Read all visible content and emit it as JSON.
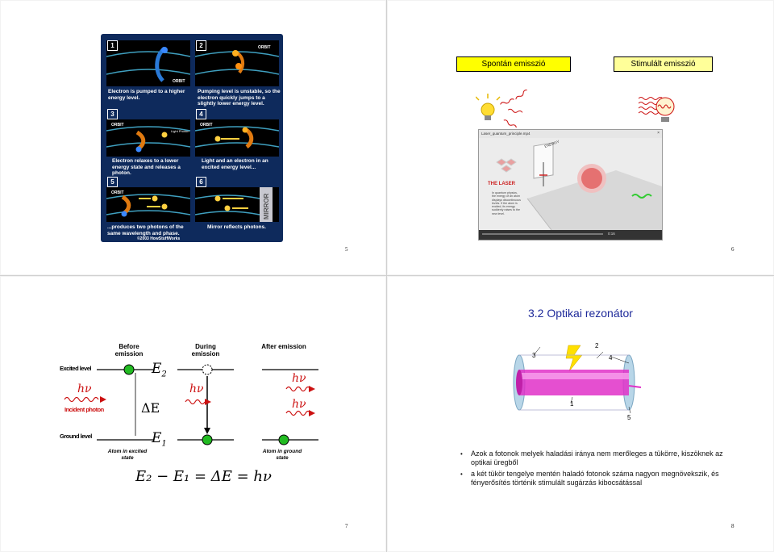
{
  "slide5": {
    "page_number": "5",
    "panels": [
      {
        "number": "1",
        "caption": "Electron is pumped to a higher energy level."
      },
      {
        "number": "2",
        "caption": "Pumping level is unstable, so the electron quickly jumps to a slightly lower energy level."
      },
      {
        "number": "3",
        "caption": "Electron relaxes to a lower energy state and releases a photon."
      },
      {
        "number": "4",
        "caption": "Light and an electron in an excited energy level..."
      },
      {
        "number": "5",
        "caption": "...produces two photons of the same wavelength and phase."
      },
      {
        "number": "6",
        "caption": "Mirror reflects photons."
      }
    ],
    "orbit_label": "ORBIT",
    "light_photon_label": "Light Photon",
    "mirror_label": "MIRROR",
    "credit": "©2003 HowStuffWorks"
  },
  "slide6": {
    "page_number": "6",
    "spontaneous_label": "Spontán emisszió",
    "stimulated_label": "Stimulált emisszió",
    "video": {
      "title": "Laser_quantum_principle.mp4",
      "close": "×",
      "heading": "THE LASER",
      "text": "In quantum physics, the energy of an atom displays discontinuous levels. If the atom is excited, its energy suddenly raises to the new level.",
      "energy_label": "ENERGY",
      "time": "0:16"
    }
  },
  "slide7": {
    "page_number": "7",
    "col_before": "Before emission",
    "col_during": "During emission",
    "col_after": "After emission",
    "excited_level": "Excited level",
    "ground_level": "Ground level",
    "incident_photon": "Incident photon",
    "atom_excited": "Atom in excited state",
    "atom_ground": "Atom in ground state",
    "E2": "E",
    "E2_sub": "2",
    "E1": "E",
    "E1_sub": "1",
    "delta_e": "ΔE",
    "hv": "hν",
    "equation": "E₂ − E₁ = ΔE = hν"
  },
  "slide8": {
    "page_number": "8",
    "title": "3.2 Optikai rezonátor",
    "callouts": [
      "1",
      "2",
      "3",
      "4",
      "5"
    ],
    "bullets": [
      "Azok a fotonok melyek haladási iránya nem merőleges a tükörre, kiszöknek az optikai üregből",
      "a két tükör tengelye mentén haladó fotonok száma nagyon megnövekszik, és fényerősítés történik stimulált sugárzás kibocsátással"
    ]
  },
  "colors": {
    "title_blue": "#1e2a9a",
    "tag_yellow": "#ffff00",
    "tag_light_yellow": "#ffff99",
    "green_atom": "#22bb22",
    "photon_red": "#cc1111",
    "rod_pink": "#e020c0",
    "howstuffworks_bg": "#0e2a5c"
  }
}
